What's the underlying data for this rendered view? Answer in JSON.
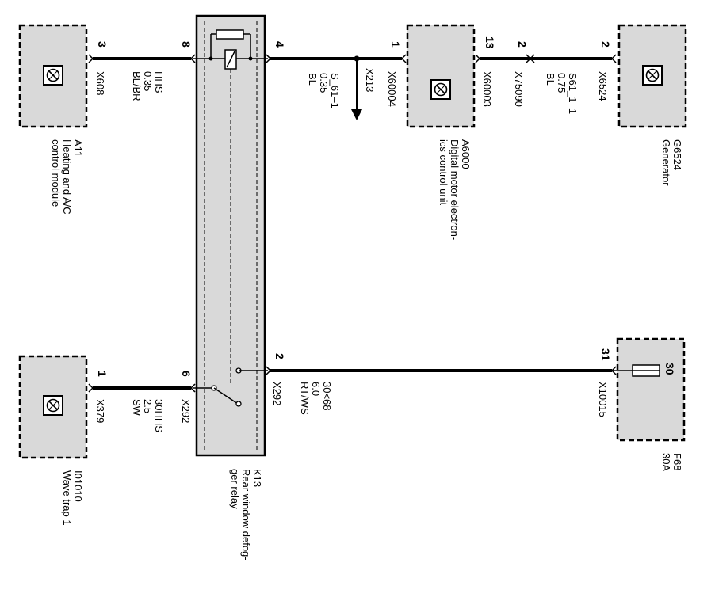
{
  "modules": {
    "a11": {
      "id": "A11",
      "name_line1": "Heating and A/C",
      "name_line2": "control module"
    },
    "a6000": {
      "id": "A6000",
      "name_line1": "Digital motor electron-",
      "name_line2": "ics control unit"
    },
    "g6524": {
      "id": "G6524",
      "name_line1": "Generator"
    },
    "i01010": {
      "id": "I01010",
      "name_line1": "Wave trap 1"
    },
    "f68": {
      "id": "F68",
      "rating": "30A",
      "pin_top": "30"
    },
    "k13": {
      "id": "K13",
      "name_line1": "Rear window defog-",
      "name_line2": "ger relay"
    }
  },
  "pins": {
    "a11": "3",
    "k13_8": "8",
    "k13_4": "4",
    "a6000_1": "1",
    "a6000_13": "13",
    "x75090": "2",
    "g6524": "2",
    "i01010": "1",
    "k13_6": "6",
    "k13_2": "2",
    "f68": "31"
  },
  "connectors": {
    "x608": "X608",
    "x213": "X213",
    "x60004": "X60004",
    "x60003": "X60003",
    "x75090": "X75090",
    "x6524": "X6524",
    "x379": "X379",
    "x292_left": "X292",
    "x292_right": "X292",
    "x10015": "X10015"
  },
  "wires": {
    "hhs": {
      "name": "HHS",
      "size": "0.35",
      "color": "BL/BR"
    },
    "s61": {
      "name": "S_61–1",
      "size": "0.35",
      "color": "BL"
    },
    "s61_1": {
      "name": "S61_1–1",
      "size": "0.75",
      "color": "BL"
    },
    "hhs30": {
      "name": "30HHS",
      "size": "2.5",
      "color": "SW"
    },
    "w30": {
      "name": "30<68",
      "size": "6.0",
      "color": "RT/WS"
    }
  }
}
